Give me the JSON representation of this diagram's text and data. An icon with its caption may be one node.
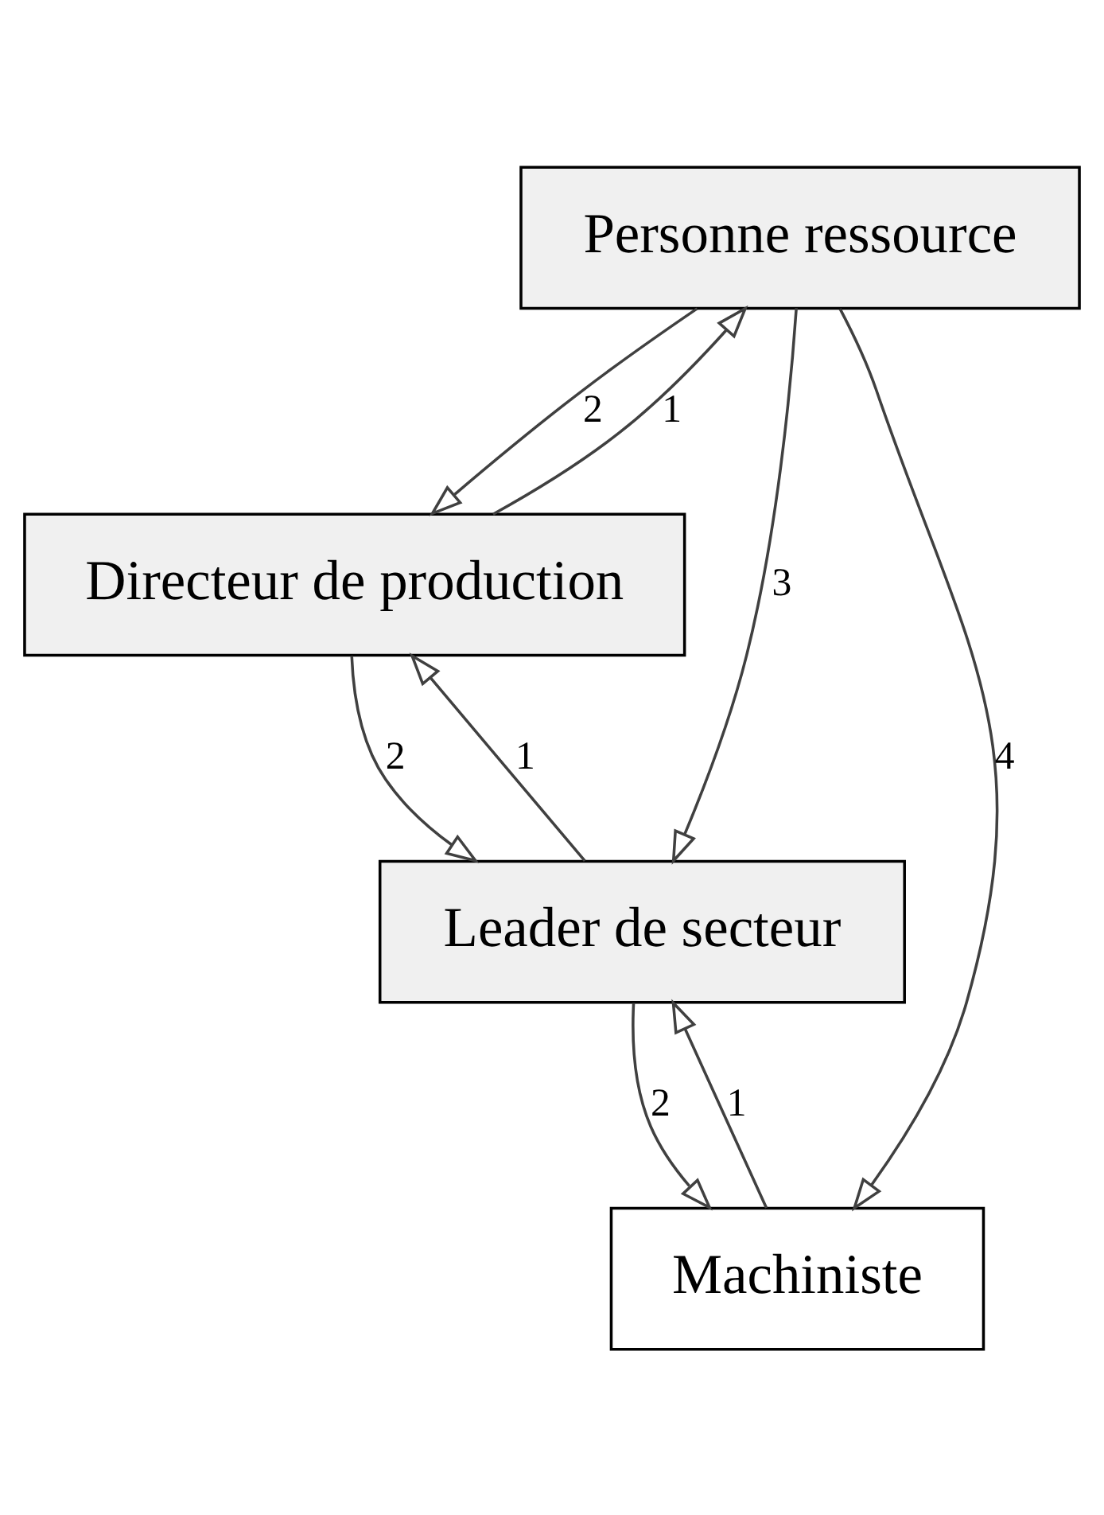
{
  "diagram": {
    "nodes": [
      {
        "text": [
          "Personne ressource"
        ]
      },
      {
        "text": [
          "Directeur de production"
        ]
      },
      {
        "text": [
          "Leader de secteur"
        ]
      },
      {
        "text": [
          "Machiniste"
        ]
      }
    ],
    "edges": [
      {
        "from": 0,
        "to": 1,
        "arrow": "to",
        "label": "2"
      },
      {
        "from": 1,
        "to": 0,
        "arrow": "to",
        "label": "1"
      },
      {
        "from": 0,
        "to": 2,
        "arrow": "to",
        "label": "3"
      },
      {
        "from": 0,
        "to": 3,
        "arrow": "to",
        "label": "4"
      },
      {
        "from": 1,
        "to": 2,
        "arrow": "to",
        "label": "2"
      },
      {
        "from": 2,
        "to": 1,
        "arrow": "to",
        "label": "1"
      },
      {
        "from": 2,
        "to": 3,
        "arrow": "to",
        "label": "2"
      },
      {
        "from": 3,
        "to": 2,
        "arrow": "to",
        "label": "1"
      }
    ]
  }
}
